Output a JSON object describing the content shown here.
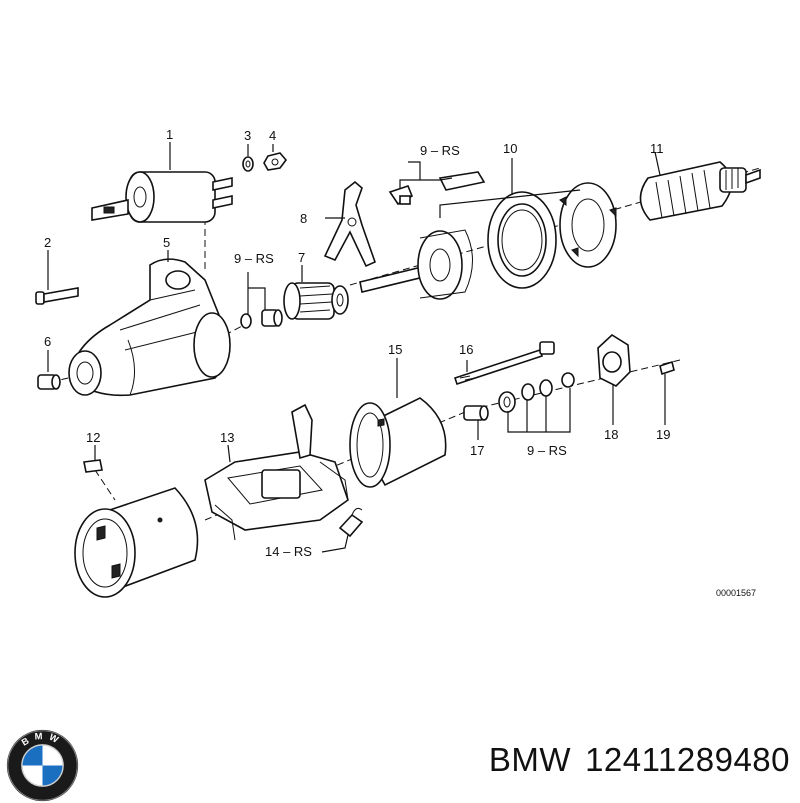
{
  "callouts": {
    "c1": "1",
    "c2": "2",
    "c3": "3",
    "c4": "4",
    "c5": "5",
    "c6": "6",
    "c7": "7",
    "c8": "8",
    "c9a": "9 – RS",
    "c9b": "9 – RS",
    "c9c": "9 – RS",
    "c10": "10",
    "c11": "11",
    "c12": "12",
    "c13": "13",
    "c14": "14 – RS",
    "c15": "15",
    "c16": "16",
    "c17": "17",
    "c18": "18",
    "c19": "19"
  },
  "diagram_code": "00001567",
  "logo_letters": "BMW",
  "brand": {
    "name": "BMW",
    "part_number": "12411289480"
  },
  "colors": {
    "ink": "#111111",
    "logo_blue": "#1b6fc0",
    "background": "#ffffff"
  }
}
